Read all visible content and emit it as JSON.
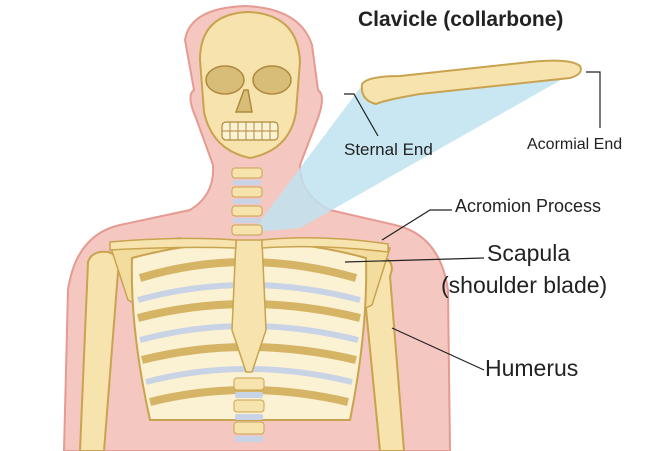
{
  "title": "Clavicle (collarbone)",
  "labels": {
    "sternal_end": "Sternal End",
    "acromial_end": "Acormial End",
    "acromion_process": "Acromion Process",
    "scapula": "Scapula",
    "scapula_note": "(shoulder blade)",
    "humerus": "Humerus"
  },
  "colors": {
    "skin": "#f4c7c0",
    "skin_outline": "#e59a92",
    "bone": "#f6e3ad",
    "bone_outline": "#c9a34f",
    "cartilage": "#c9d3e6",
    "highlight": "#bfe3f0",
    "leader_line": "#222222"
  }
}
